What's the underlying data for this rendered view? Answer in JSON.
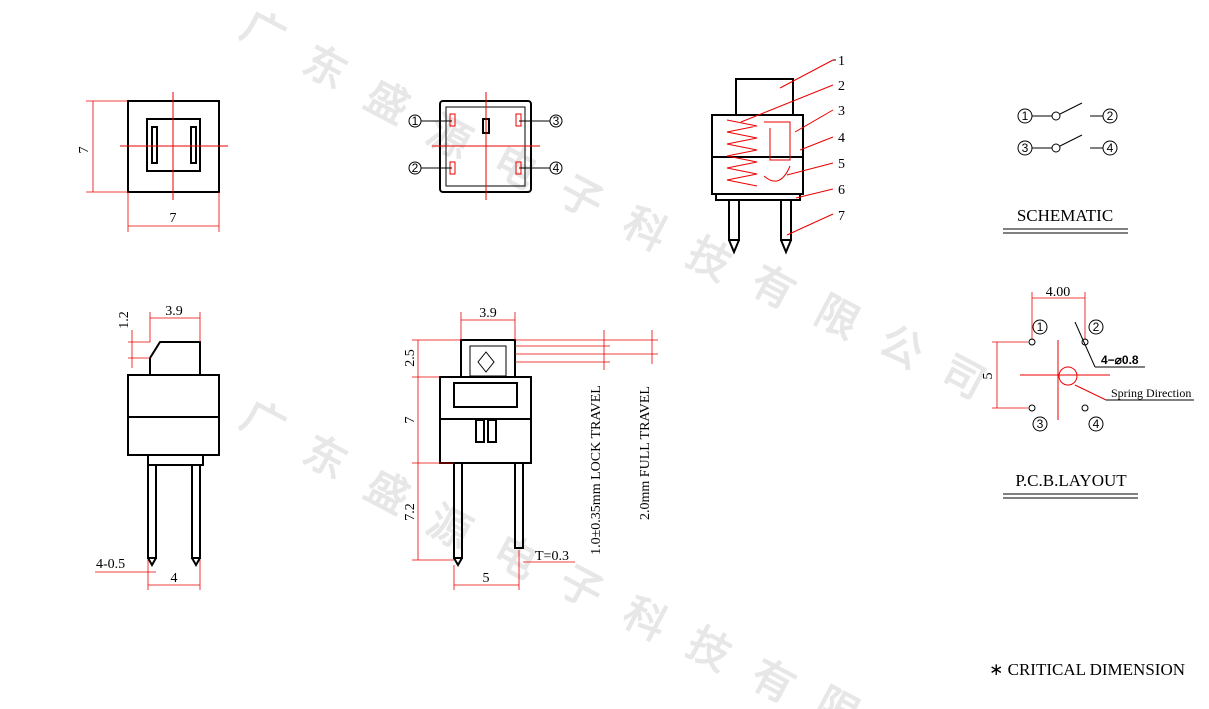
{
  "dims": {
    "top_w": "7",
    "top_h": "7",
    "side_top": "3.9",
    "side_cap": "1.2",
    "side_pin": "4-0.5",
    "side_pitch": "4",
    "front_top": "3.9",
    "front_cap": "2.5",
    "front_body": "7",
    "front_pin": "7.2",
    "front_pitch": "5",
    "front_t": "T=0.3",
    "lock_travel": "1.0±0.35mm LOCK TRAVEL",
    "full_travel": "2.0mm FULL TRAVEL",
    "pcb_w": "4.00",
    "pcb_h": "5",
    "pcb_hole": "4−⌀0.8",
    "spring_direction": "Spring Direction"
  },
  "pins": [
    "1",
    "2",
    "3",
    "4"
  ],
  "callouts": [
    "1",
    "2",
    "3",
    "4",
    "5",
    "6",
    "7"
  ],
  "labels": {
    "schematic": "SCHEMATIC",
    "pcb_layout": "P.C.B.LAYOUT",
    "critical": "∗ CRITICAL  DIMENSION"
  },
  "watermark": [
    "广",
    "东",
    "盛",
    "源",
    "电",
    "子",
    "科",
    "技",
    "有",
    "限",
    "公",
    "司"
  ]
}
